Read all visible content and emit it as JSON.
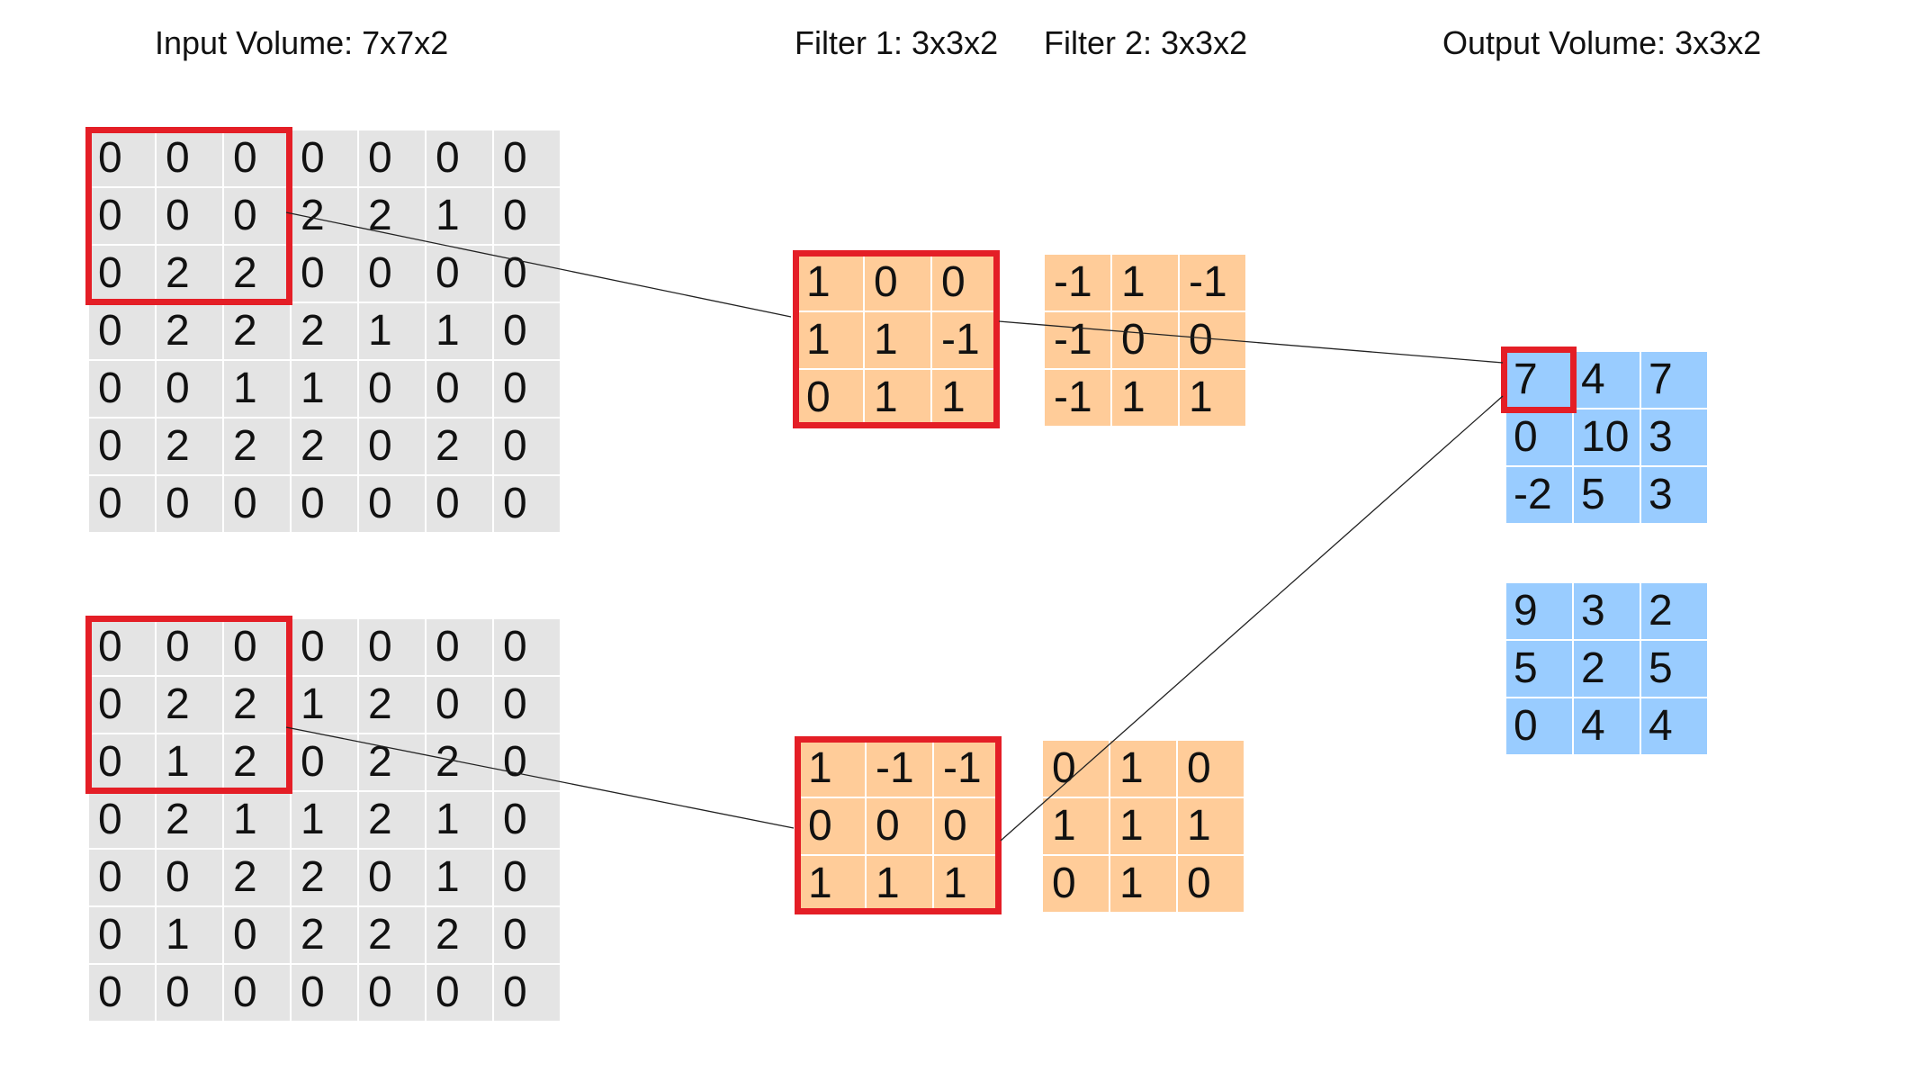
{
  "titles": {
    "input": "Input Volume: 7x7x2",
    "filter1": "Filter 1: 3x3x2",
    "filter2": "Filter 2: 3x3x2",
    "output": "Output Volume: 3x3x2"
  },
  "colors": {
    "input_cell": "#e4e4e4",
    "filter_cell": "#ffcc99",
    "output_cell": "#99ccff",
    "highlight": "#e41e26",
    "connector": "#222222"
  },
  "input": [
    [
      [
        "0",
        "0",
        "0",
        "0",
        "0",
        "0",
        "0"
      ],
      [
        "0",
        "0",
        "0",
        "2",
        "2",
        "1",
        "0"
      ],
      [
        "0",
        "2",
        "2",
        "0",
        "0",
        "0",
        "0"
      ],
      [
        "0",
        "2",
        "2",
        "2",
        "1",
        "1",
        "0"
      ],
      [
        "0",
        "0",
        "1",
        "1",
        "0",
        "0",
        "0"
      ],
      [
        "0",
        "2",
        "2",
        "2",
        "0",
        "2",
        "0"
      ],
      [
        "0",
        "0",
        "0",
        "0",
        "0",
        "0",
        "0"
      ]
    ],
    [
      [
        "0",
        "0",
        "0",
        "0",
        "0",
        "0",
        "0"
      ],
      [
        "0",
        "2",
        "2",
        "1",
        "2",
        "0",
        "0"
      ],
      [
        "0",
        "1",
        "2",
        "0",
        "2",
        "2",
        "0"
      ],
      [
        "0",
        "2",
        "1",
        "1",
        "2",
        "1",
        "0"
      ],
      [
        "0",
        "0",
        "2",
        "2",
        "0",
        "1",
        "0"
      ],
      [
        "0",
        "1",
        "0",
        "2",
        "2",
        "2",
        "0"
      ],
      [
        "0",
        "0",
        "0",
        "0",
        "0",
        "0",
        "0"
      ]
    ]
  ],
  "filter1": [
    [
      [
        "1",
        "0",
        "0"
      ],
      [
        "1",
        "1",
        "-1"
      ],
      [
        "0",
        "1",
        "1"
      ]
    ],
    [
      [
        "1",
        "-1",
        "-1"
      ],
      [
        "0",
        "0",
        "0"
      ],
      [
        "1",
        "1",
        "1"
      ]
    ]
  ],
  "filter2": [
    [
      [
        "-1",
        "1",
        "-1"
      ],
      [
        "-1",
        "0",
        "0"
      ],
      [
        "-1",
        "1",
        "1"
      ]
    ],
    [
      [
        "0",
        "1",
        "0"
      ],
      [
        "1",
        "1",
        "1"
      ],
      [
        "0",
        "1",
        "0"
      ]
    ]
  ],
  "output": [
    [
      [
        "7",
        "4",
        "7"
      ],
      [
        "0",
        "10",
        "3"
      ],
      [
        "-2",
        "5",
        "3"
      ]
    ],
    [
      [
        "9",
        "3",
        "2"
      ],
      [
        "5",
        "2",
        "5"
      ],
      [
        "0",
        "4",
        "4"
      ]
    ]
  ]
}
